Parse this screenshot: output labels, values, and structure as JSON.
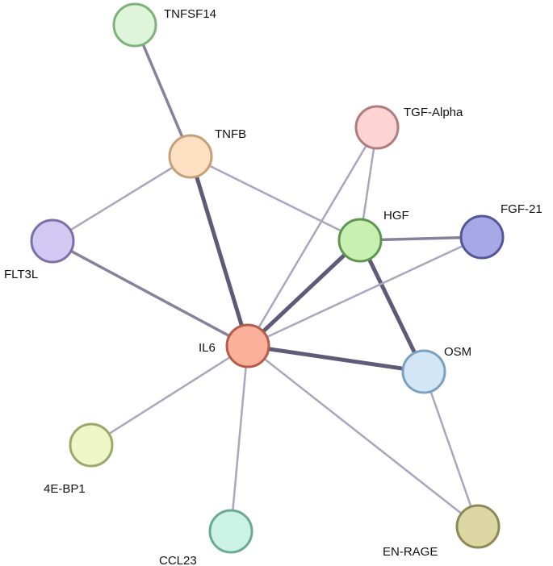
{
  "nodes": [
    {
      "id": "TNFSF14",
      "label": "TNFSF14",
      "fill": "#dff5db",
      "stroke": "#7fb27a"
    },
    {
      "id": "TNFB",
      "label": "TNFB",
      "fill": "#fde0c2",
      "stroke": "#c7a07a"
    },
    {
      "id": "TGF-Alpha",
      "label": "TGF-Alpha",
      "fill": "#fdd4d4",
      "stroke": "#b17c7c"
    },
    {
      "id": "HGF",
      "label": "HGF",
      "fill": "#c8f0b0",
      "stroke": "#5e9650"
    },
    {
      "id": "FGF-21",
      "label": "FGF-21",
      "fill": "#a7a8e6",
      "stroke": "#55569a"
    },
    {
      "id": "FLT3L",
      "label": "FLT3L",
      "fill": "#d2c8f2",
      "stroke": "#7b70aa"
    },
    {
      "id": "IL6",
      "label": "IL6",
      "fill": "#fbb09a",
      "stroke": "#b25c4a"
    },
    {
      "id": "OSM",
      "label": "OSM",
      "fill": "#d2e6f6",
      "stroke": "#7aa2c0"
    },
    {
      "id": "4E-BP1",
      "label": "4E-BP1",
      "fill": "#eff6c6",
      "stroke": "#9aa86c"
    },
    {
      "id": "CCL23",
      "label": "CCL23",
      "fill": "#cbf2e4",
      "stroke": "#6aa996"
    },
    {
      "id": "EN-RAGE",
      "label": "EN-RAGE",
      "fill": "#ddd7a4",
      "stroke": "#8e8a56"
    }
  ],
  "edges": [
    {
      "source": "TNFSF14",
      "target": "TNFB",
      "strength": "medium"
    },
    {
      "source": "TNFB",
      "target": "FLT3L",
      "strength": "weak"
    },
    {
      "source": "TNFB",
      "target": "HGF",
      "strength": "weak"
    },
    {
      "source": "TNFB",
      "target": "IL6",
      "strength": "strong"
    },
    {
      "source": "FLT3L",
      "target": "IL6",
      "strength": "medium"
    },
    {
      "source": "TGF-Alpha",
      "target": "HGF",
      "strength": "weak"
    },
    {
      "source": "TGF-Alpha",
      "target": "IL6",
      "strength": "weak"
    },
    {
      "source": "HGF",
      "target": "FGF-21",
      "strength": "medium"
    },
    {
      "source": "HGF",
      "target": "IL6",
      "strength": "strong"
    },
    {
      "source": "HGF",
      "target": "OSM",
      "strength": "strong"
    },
    {
      "source": "FGF-21",
      "target": "IL6",
      "strength": "weak"
    },
    {
      "source": "IL6",
      "target": "OSM",
      "strength": "strong"
    },
    {
      "source": "IL6",
      "target": "4E-BP1",
      "strength": "weak"
    },
    {
      "source": "IL6",
      "target": "CCL23",
      "strength": "weak"
    },
    {
      "source": "IL6",
      "target": "EN-RAGE",
      "strength": "weak"
    },
    {
      "source": "OSM",
      "target": "EN-RAGE",
      "strength": "weak"
    }
  ],
  "edge_colors": {
    "weak": "#a9a6bd",
    "medium": "#86829c",
    "strong": "#5e5a78"
  }
}
